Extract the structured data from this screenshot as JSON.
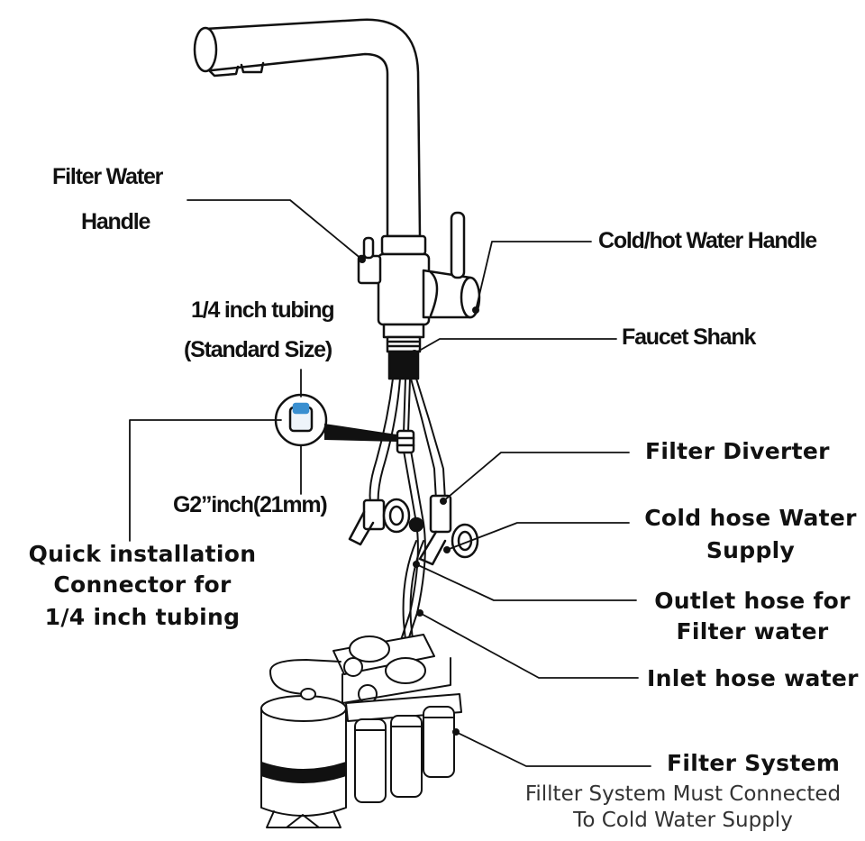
{
  "labels": {
    "filter_water_handle_1": "Filter Water",
    "filter_water_handle_2": "Handle",
    "cold_hot_handle": "Cold/hot Water Handle",
    "tubing_1": "1/4 inch tubing",
    "tubing_2": "(Standard Size)",
    "faucet_shank": "Faucet Shank",
    "filter_diverter": "Filter Diverter",
    "g2_inch": "G2”inch(21mm)",
    "cold_hose_1": "Cold hose Water",
    "cold_hose_2": "Supply",
    "quick_conn_1": "Quick installation",
    "quick_conn_2": "Connector for",
    "quick_conn_3": "1/4 inch tubing",
    "outlet_hose_1": "Outlet hose for",
    "outlet_hose_2": "Filter water",
    "inlet_hose": "Inlet hose water",
    "filter_system": "Filter System",
    "filter_note_1": "Fillter System Must Connected",
    "filter_note_2": "To Cold Water Supply"
  },
  "colors": {
    "line": "#111111",
    "connector_blue": "#3a8fd0",
    "background": "#ffffff"
  }
}
